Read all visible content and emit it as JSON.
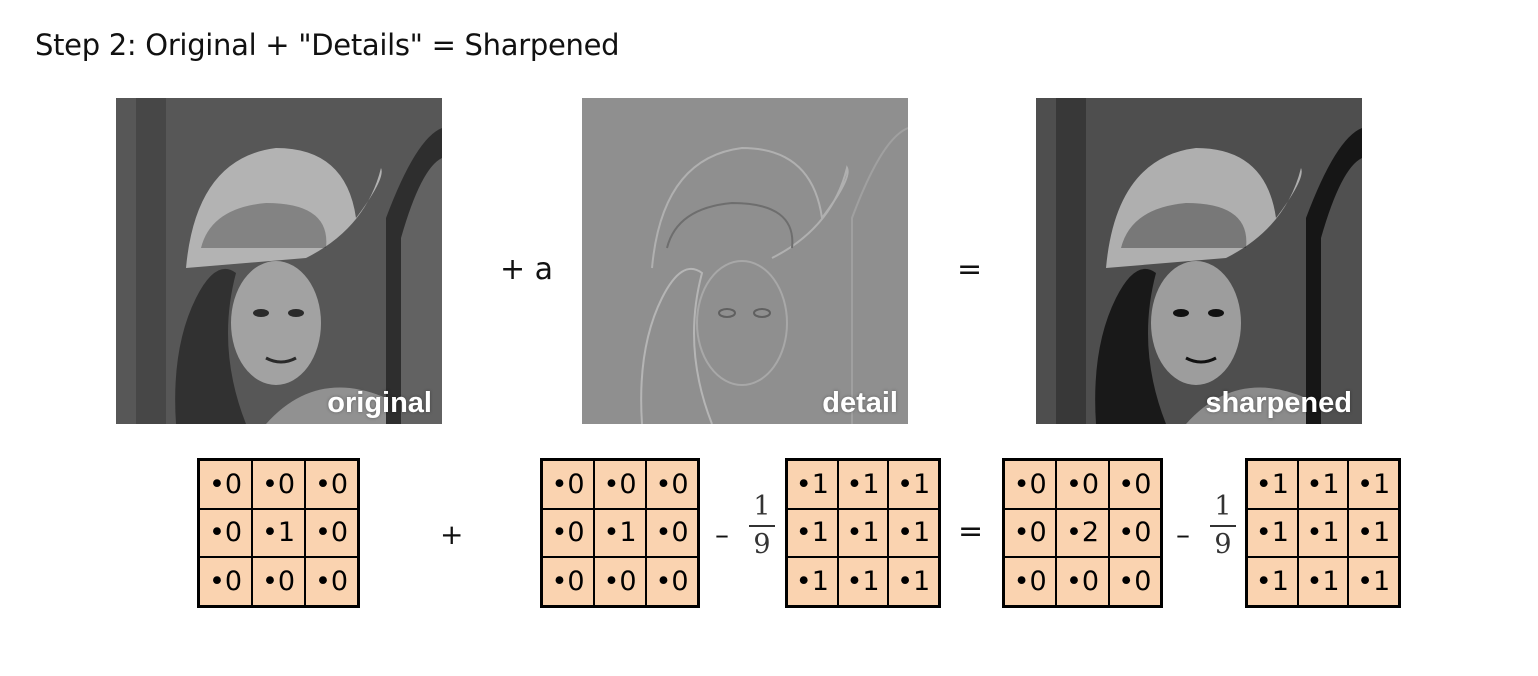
{
  "title": "Step 2: Original + \"Details\" = Sharpened",
  "images": {
    "original": {
      "caption": "original"
    },
    "detail": {
      "caption": "detail"
    },
    "sharpened": {
      "caption": "sharpened"
    }
  },
  "operators": {
    "plus_a": "+ a",
    "equals_top": "=",
    "plus": "+",
    "minus_1": "–",
    "equals_bottom": "=",
    "minus_2": "–"
  },
  "fractions": [
    {
      "numerator": "1",
      "denominator": "9"
    },
    {
      "numerator": "1",
      "denominator": "9"
    }
  ],
  "matrices": {
    "identity": [
      "•0",
      "•0",
      "•0",
      "•0",
      "•1",
      "•0",
      "•0",
      "•0",
      "•0"
    ],
    "identity2": [
      "•0",
      "•0",
      "•0",
      "•0",
      "•1",
      "•0",
      "•0",
      "•0",
      "•0"
    ],
    "box_blur": [
      "•1",
      "•1",
      "•1",
      "•1",
      "•1",
      "•1",
      "•1",
      "•1",
      "•1"
    ],
    "double": [
      "•0",
      "•0",
      "•0",
      "•0",
      "•2",
      "•0",
      "•0",
      "•0",
      "•0"
    ],
    "box_blur2": [
      "•1",
      "•1",
      "•1",
      "•1",
      "•1",
      "•1",
      "•1",
      "•1",
      "•1"
    ]
  }
}
